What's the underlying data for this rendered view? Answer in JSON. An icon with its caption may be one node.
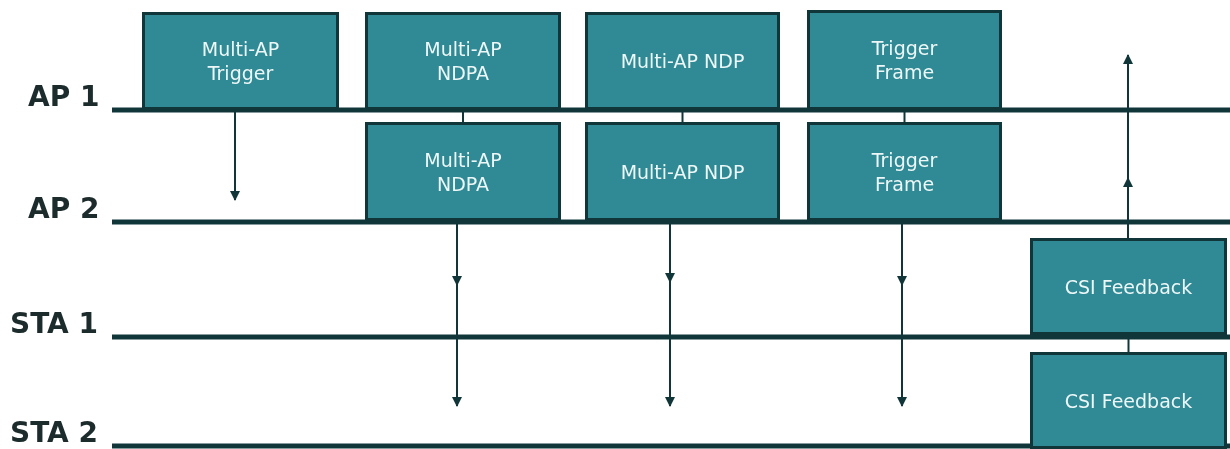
{
  "diagram": {
    "nodes": [
      {
        "text": [
          "Multi-AP Trigger"
        ]
      },
      {
        "text": [
          "Multi-AP NDPA"
        ]
      },
      {
        "text": [
          "Multi-AP NDP"
        ]
      },
      {
        "text": [
          "Trigger Frame"
        ]
      },
      {
        "text": [
          "Multi-AP NDPA"
        ]
      },
      {
        "text": [
          "Multi-AP NDP"
        ]
      },
      {
        "text": [
          "Trigger Frame"
        ]
      },
      {
        "text": [
          "CSI Feedback"
        ]
      },
      {
        "text": [
          "CSI Feedback"
        ]
      }
    ],
    "edges": [
      {
        "from": 0,
        "to": null,
        "arrow": "to"
      },
      {
        "from": 1,
        "to": 4,
        "arrow": "none"
      },
      {
        "from": 2,
        "to": 5,
        "arrow": "none"
      },
      {
        "from": 3,
        "to": 6,
        "arrow": "none"
      },
      {
        "from": 4,
        "to": null,
        "arrow": "to"
      },
      {
        "from": 5,
        "to": null,
        "arrow": "to"
      },
      {
        "from": 6,
        "to": null,
        "arrow": "to"
      },
      {
        "from": 7,
        "to": null,
        "arrow": "to"
      },
      {
        "from": 8,
        "to": 7,
        "arrow": "none"
      }
    ],
    "labels": [
      "AP 1",
      "AP 2",
      "STA 1",
      "STA 2"
    ]
  }
}
